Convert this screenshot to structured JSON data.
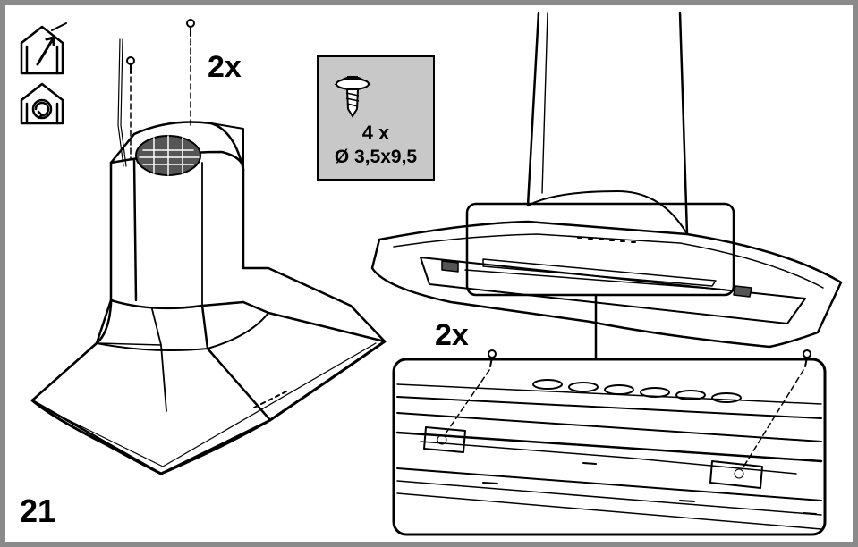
{
  "step": {
    "number": "21"
  },
  "top_quantity": "2x",
  "bottom_quantity": "2x",
  "screw_spec": {
    "count": "4 x",
    "size": "Ø 3,5x9,5"
  },
  "colors": {
    "line": "#000000",
    "frame": "#8a8a8a",
    "panel": "#c8c8c8",
    "grille": "#555555"
  },
  "icons": [
    "exhaust-mode-icon",
    "recirculation-mode-icon",
    "screw-icon"
  ]
}
